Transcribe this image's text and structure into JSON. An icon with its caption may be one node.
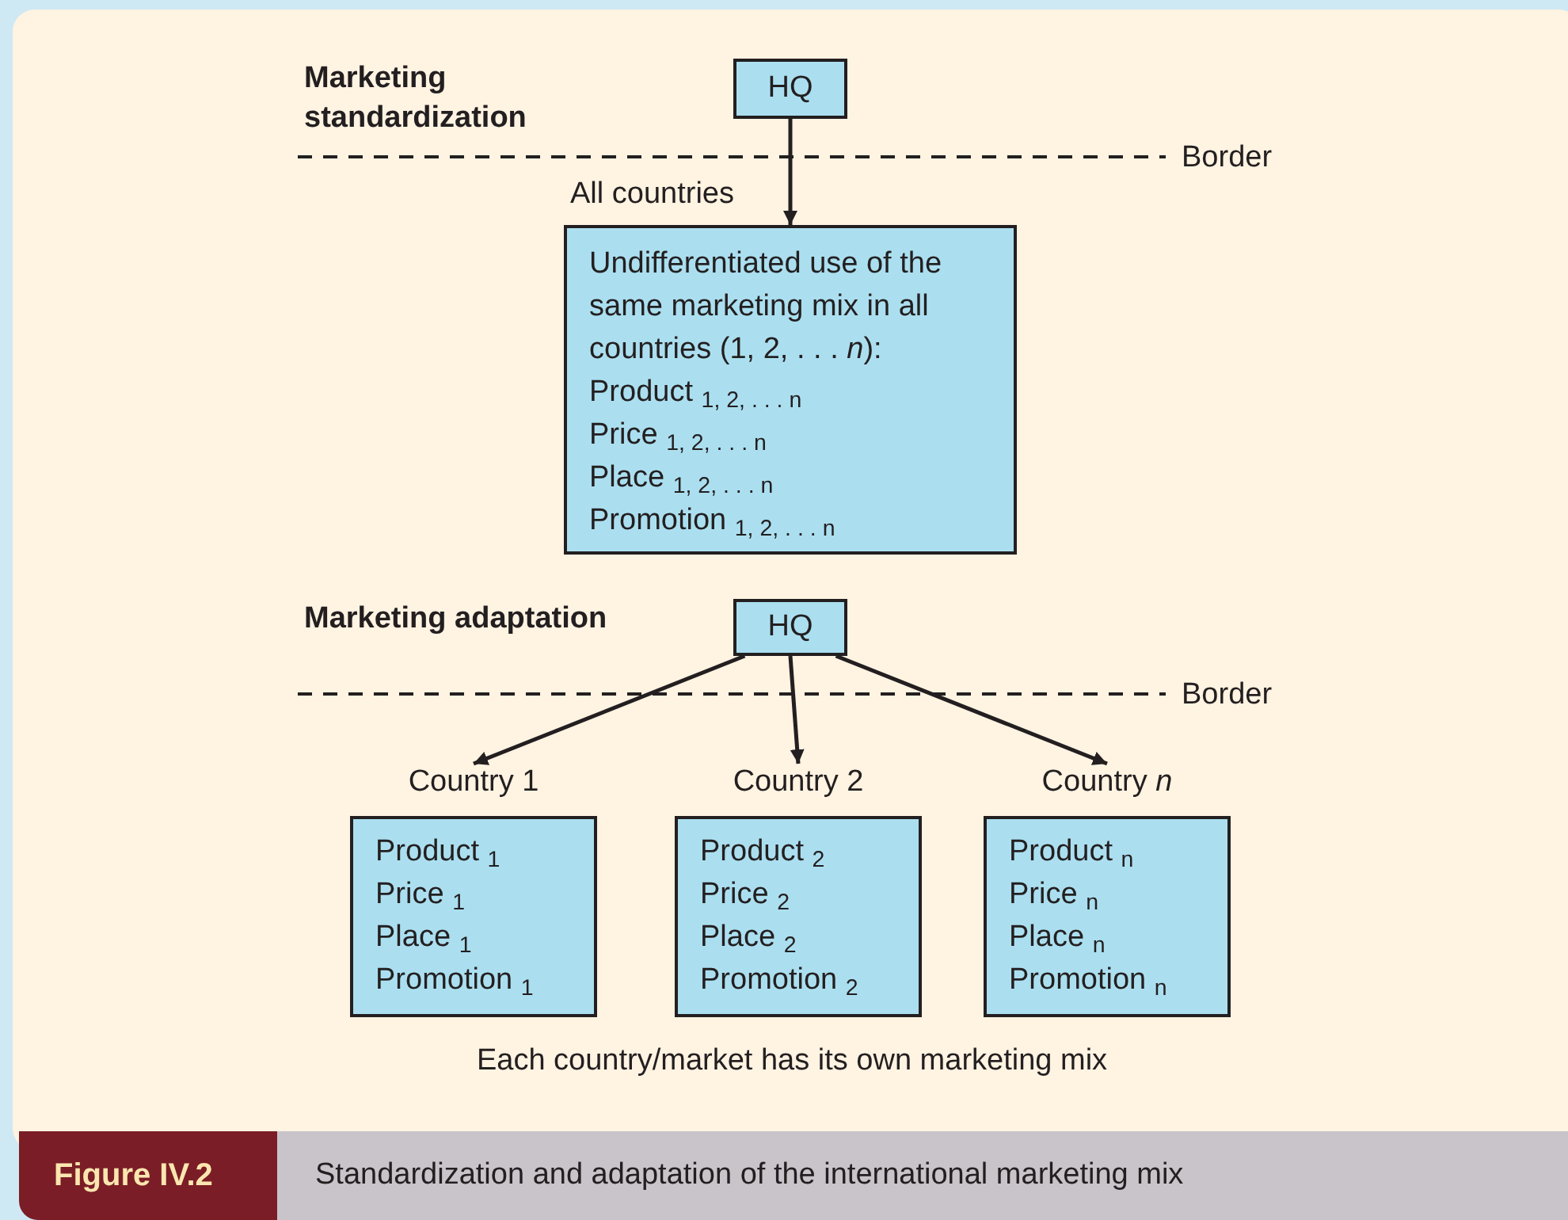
{
  "diagram": {
    "caption": "Standardization and adaptation of the international marketing mix",
    "nodes": [
      {
        "text": [
          "HQ"
        ]
      },
      {
        "text": [
          "Undifferentiated use of the same marketing mix in all countries (1, 2, . . . *n*):",
          "Product $_{1, 2, . . . n}$",
          "Price $_{1, 2, . . . n}$",
          "Place $_{1, 2, . . . n}$",
          "Promotion $_{1, 2, . . . n}$"
        ],
        "beside": [
          "All countries"
        ]
      },
      {
        "text": [
          "HQ"
        ]
      },
      {
        "text": [
          "Country 1",
          "Product $_{1}$",
          "Price $_{1}$",
          "Place $_{1}$",
          "Promotion $_{1}$"
        ]
      },
      {
        "text": [
          "Country 2",
          "Product $_{2}$",
          "Price $_{2}$",
          "Place $_{2}$",
          "Promotion $_{2}$"
        ]
      },
      {
        "text": [
          "Country *n*",
          "Product $_{n}$",
          "Price $_{n}$",
          "Place $_{n}$",
          "Promotion $_{n}$"
        ]
      }
    ],
    "edges": [
      {
        "from": 0,
        "to": 1,
        "arrow": "to"
      },
      {
        "from": 2,
        "to": 3,
        "arrow": "to"
      },
      {
        "from": 2,
        "to": 4,
        "arrow": "to"
      },
      {
        "from": 2,
        "to": 5,
        "arrow": "to"
      }
    ],
    "labels": [
      "Marketing standardization",
      "Border",
      "Marketing adaptation",
      "Border",
      "Each country/market has its own marketing mix",
      "Figure IV.2"
    ]
  }
}
